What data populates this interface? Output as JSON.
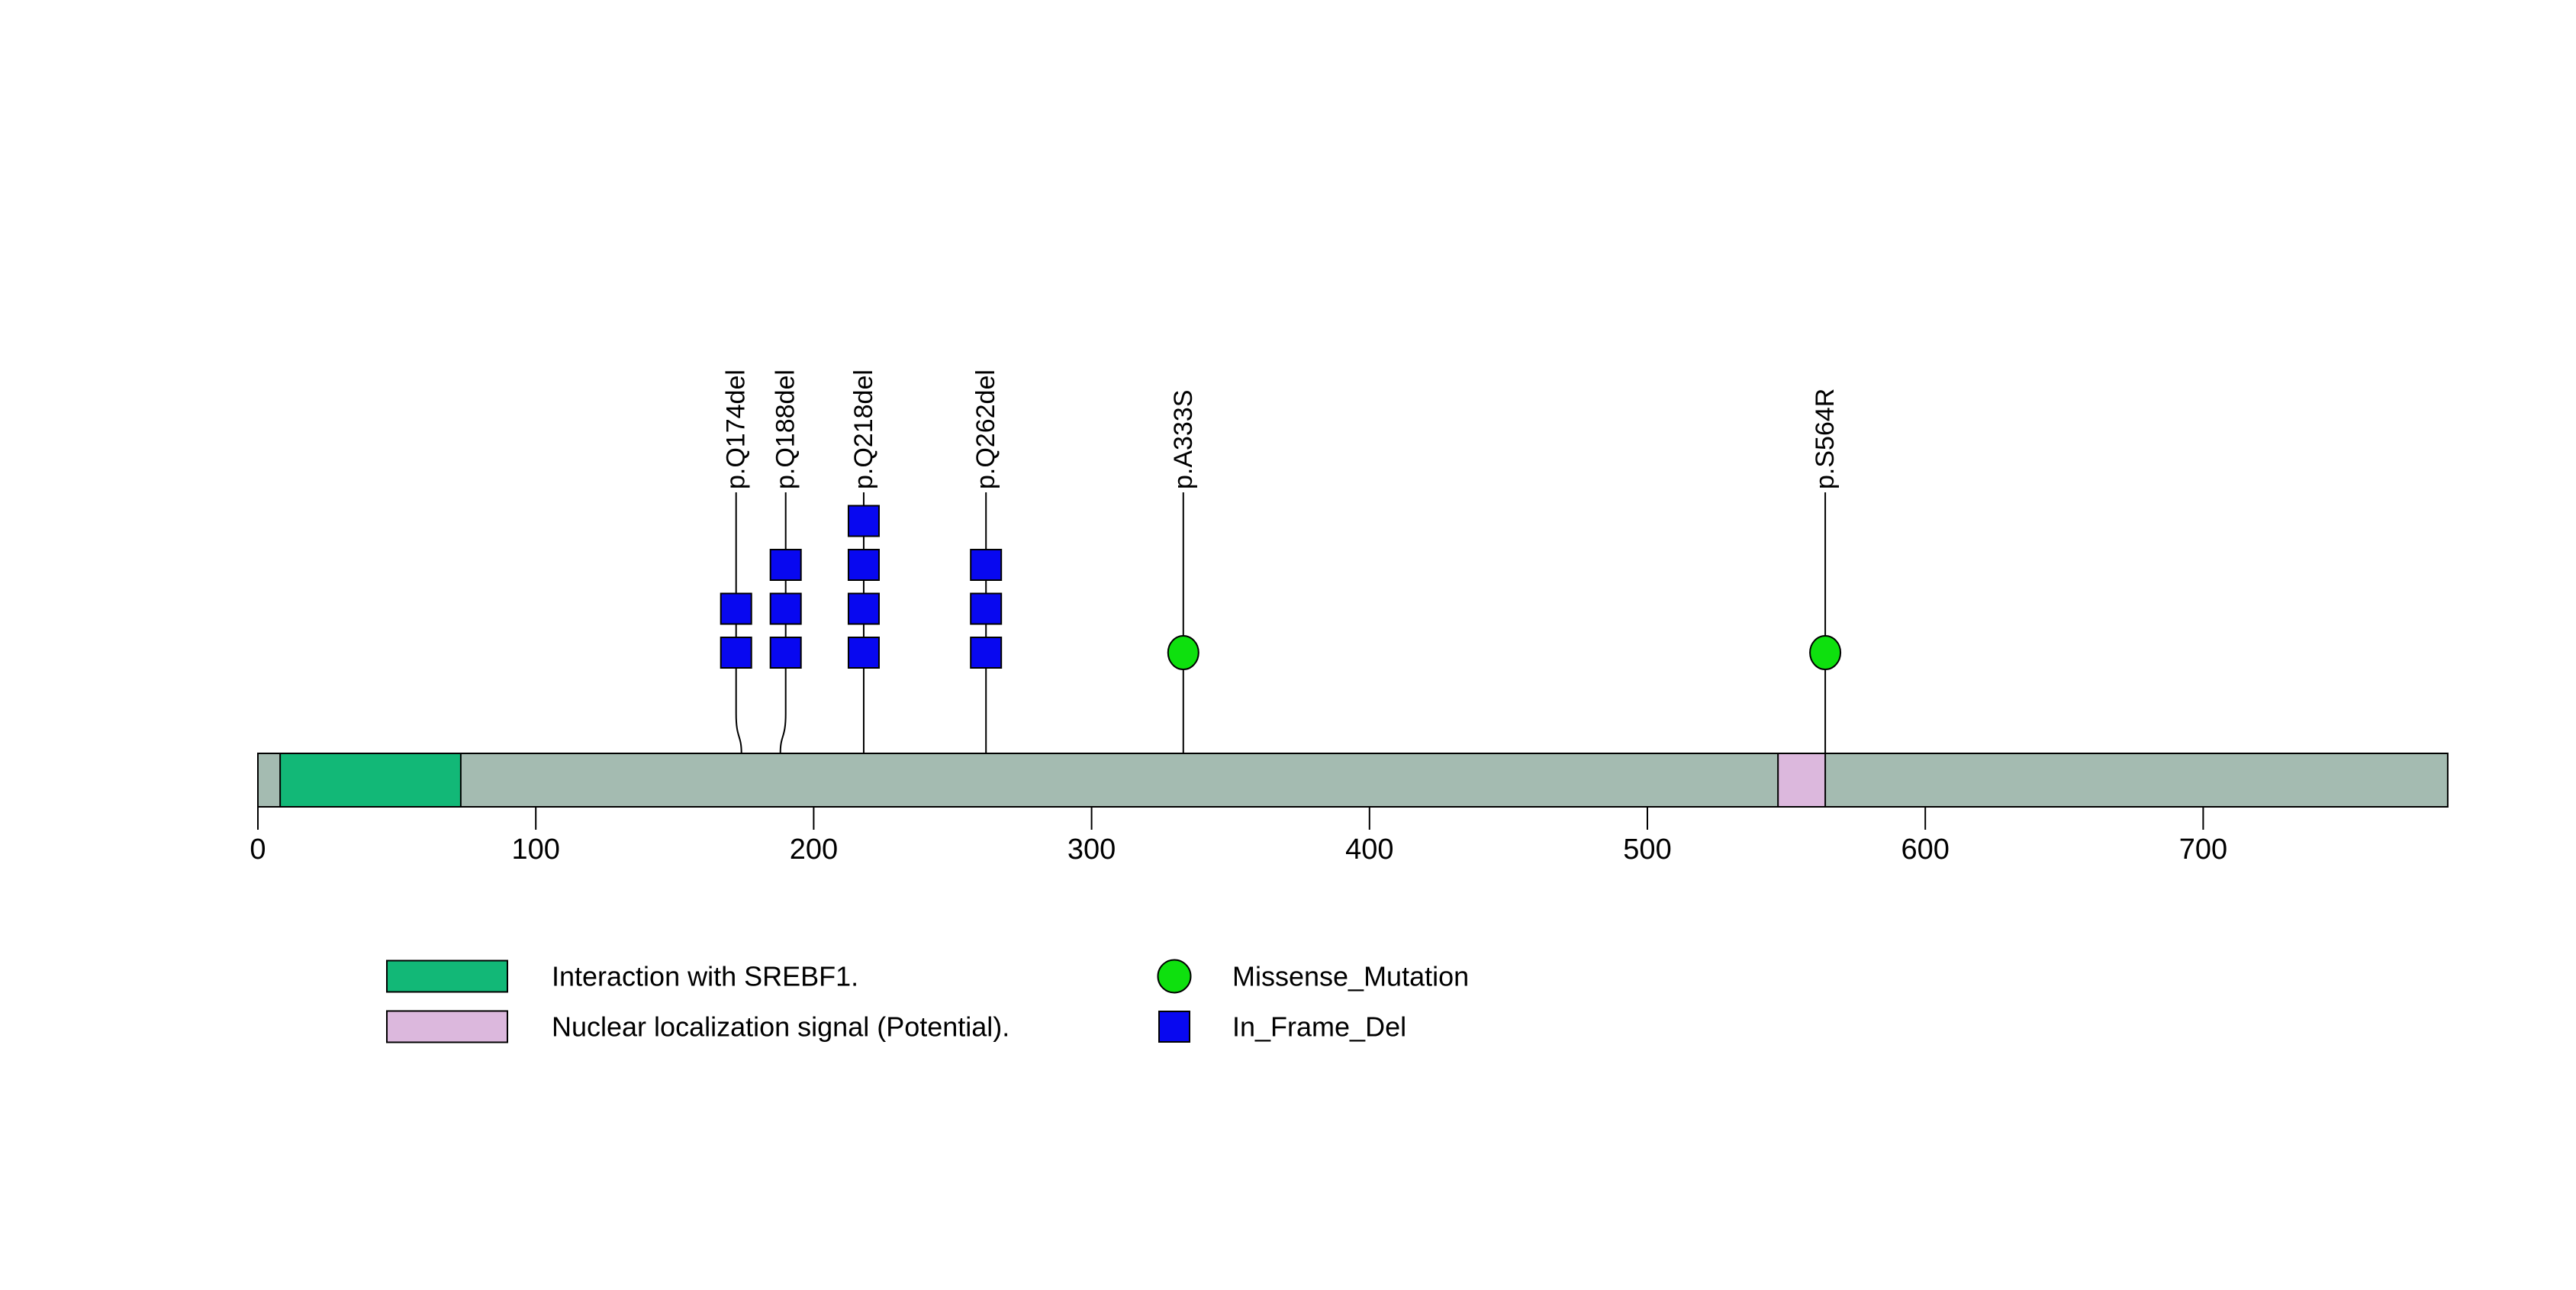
{
  "chart_data": {
    "type": "lollipop",
    "title": "",
    "xlabel": "",
    "protein_length": 788,
    "axis_ticks": [
      0,
      100,
      200,
      300,
      400,
      500,
      600,
      700
    ],
    "backbone_color": "#a4bbb1",
    "stroke_color": "#000000",
    "domains": [
      {
        "label": "Interaction with SREBF1.",
        "start": 8,
        "end": 73,
        "color": "#12b877"
      },
      {
        "label": "Nuclear localization signal (Potential).",
        "start": 547,
        "end": 564,
        "color": "#dcb8dd"
      }
    ],
    "mutation_types": [
      {
        "name": "Missense_Mutation",
        "shape": "circle",
        "color": "#0ee00e"
      },
      {
        "name": "In_Frame_Del",
        "shape": "square",
        "color": "#0808f0"
      }
    ],
    "mutations": [
      {
        "label": "p.Q174del",
        "position": 174,
        "type": "In_Frame_Del",
        "count": 2
      },
      {
        "label": "p.Q188del",
        "position": 188,
        "type": "In_Frame_Del",
        "count": 3
      },
      {
        "label": "p.Q218del",
        "position": 218,
        "type": "In_Frame_Del",
        "count": 4
      },
      {
        "label": "p.Q262del",
        "position": 262,
        "type": "In_Frame_Del",
        "count": 3
      },
      {
        "label": "p.A333S",
        "position": 333,
        "type": "Missense_Mutation",
        "count": 1
      },
      {
        "label": "p.S564R",
        "position": 564,
        "type": "Missense_Mutation",
        "count": 1
      }
    ],
    "legend": {
      "domain_items": [
        "Interaction with SREBF1.",
        "Nuclear localization signal (Potential)."
      ],
      "mutation_items": [
        "Missense_Mutation",
        "In_Frame_Del"
      ],
      "position": "bottom"
    }
  }
}
